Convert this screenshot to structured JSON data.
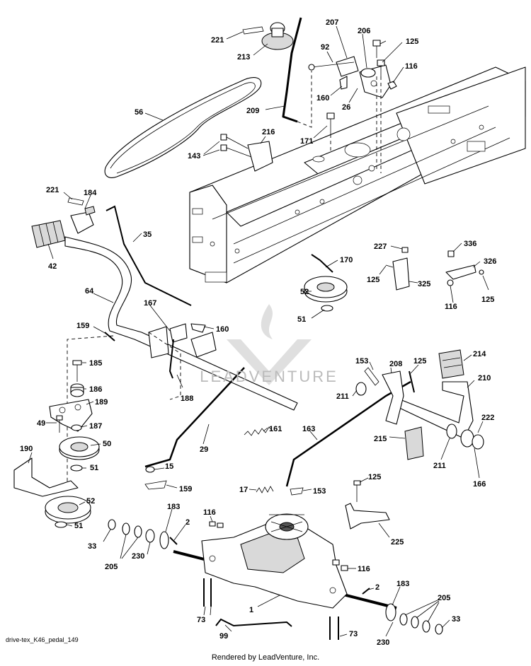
{
  "diagram": {
    "callouts": {
      "c221a": "221",
      "c213": "213",
      "c207": "207",
      "c206": "206",
      "c125a": "125",
      "c92": "92",
      "c116a": "116",
      "c160a": "160",
      "c26": "26",
      "c209": "209",
      "c171": "171",
      "c56": "56",
      "c216": "216",
      "c143": "143",
      "c221b": "221",
      "c184": "184",
      "c35": "35",
      "c42": "42",
      "c170": "170",
      "c227": "227",
      "c336": "336",
      "c326": "326",
      "c125b": "125",
      "c325": "325",
      "c116b": "116",
      "c125c": "125",
      "c52a": "52",
      "c51a": "51",
      "c64": "64",
      "c167": "167",
      "c160b": "160",
      "c159a": "159",
      "c185": "185",
      "c186": "186",
      "c189": "189",
      "c49": "49",
      "c187": "187",
      "c188": "188",
      "c50": "50",
      "c190": "190",
      "c51b": "51",
      "c52b": "52",
      "c51c": "51",
      "c15": "15",
      "c159b": "159",
      "c29": "29",
      "c161": "161",
      "c153a": "153",
      "c208": "208",
      "c125d": "125",
      "c214": "214",
      "c210": "210",
      "c211a": "211",
      "c163": "163",
      "c215": "215",
      "c222": "222",
      "c211b": "211",
      "c166": "166",
      "c17": "17",
      "c153b": "153",
      "c125e": "125",
      "c225": "225",
      "c183a": "183",
      "c116c": "116",
      "c2a": "2",
      "c33a": "33",
      "c205a": "205",
      "c230a": "230",
      "c116d": "116",
      "c1": "1",
      "c73a": "73",
      "c2b": "2",
      "c183b": "183",
      "c205b": "205",
      "c33b": "33",
      "c99": "99",
      "c73b": "73",
      "c230b": "230"
    }
  },
  "footer": {
    "image_label": "drive-tex_K46_pedal_149",
    "rendered_by": "Rendered by LeadVenture, Inc."
  },
  "watermark": {
    "text": "LEADVENTURE"
  }
}
